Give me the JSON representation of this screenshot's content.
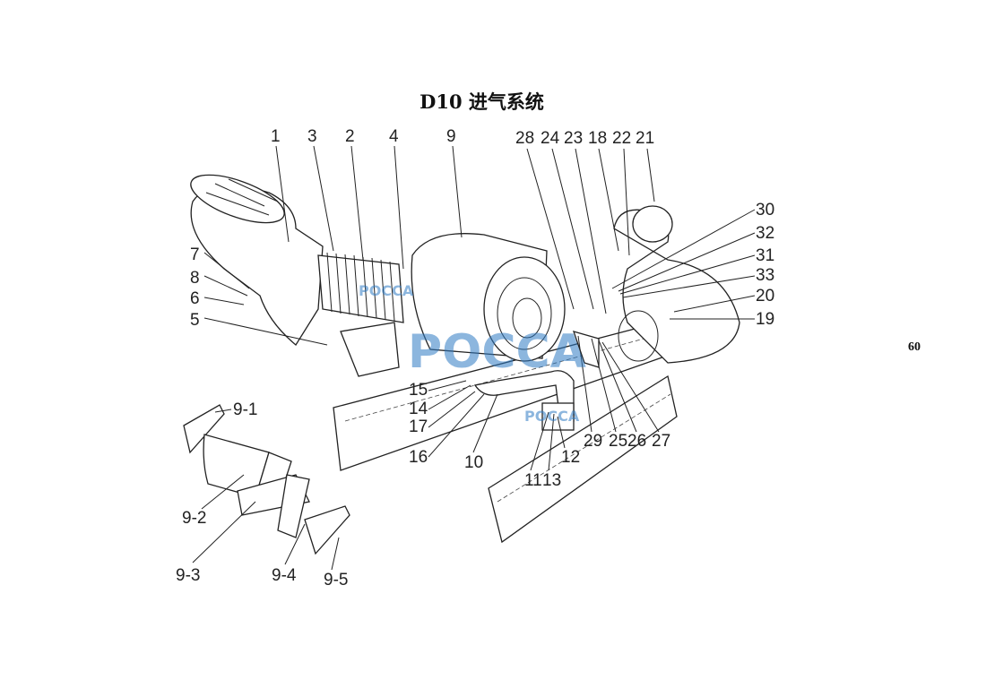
{
  "title": "D10 进气系统",
  "page_number": "60",
  "watermark": "POCCA",
  "callouts": {
    "top": [
      "1",
      "3",
      "2",
      "4",
      "9",
      "28",
      "24",
      "23",
      "18",
      "22",
      "21"
    ],
    "right": [
      "30",
      "32",
      "31",
      "33",
      "20",
      "19"
    ],
    "left": [
      "7",
      "8",
      "6",
      "5"
    ],
    "middle": [
      "15",
      "14",
      "17",
      "16",
      "10",
      "29",
      "25",
      "26",
      "27",
      "12",
      "11",
      "13"
    ],
    "filter_parts": [
      "9-1",
      "9-2",
      "9-3",
      "9-4",
      "9-5"
    ]
  }
}
